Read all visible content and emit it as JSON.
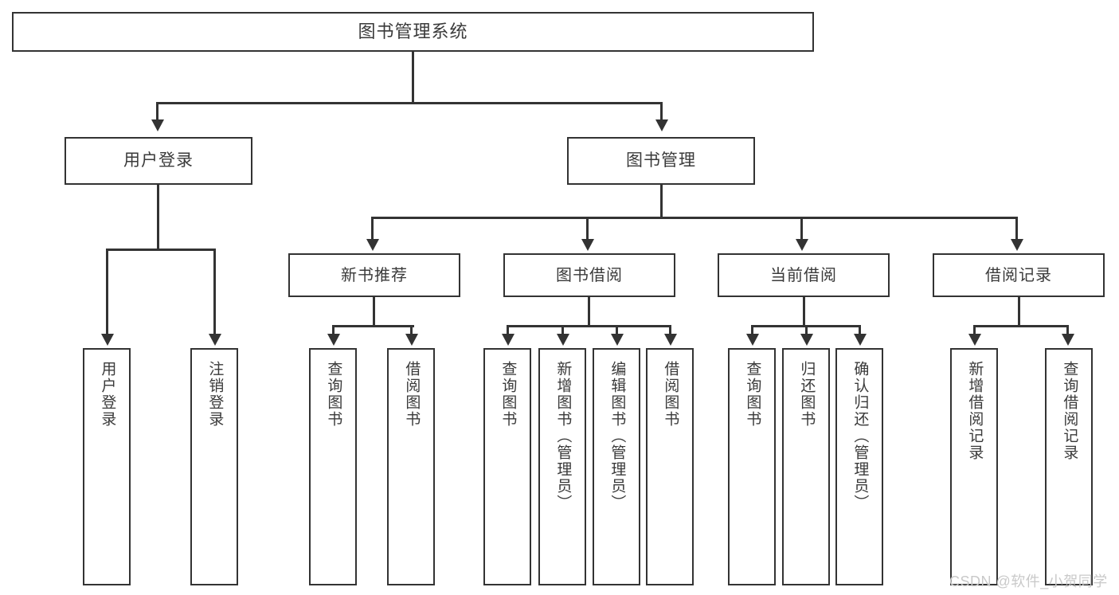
{
  "diagram": {
    "type": "tree",
    "title": "图书管理系统",
    "watermark": "CSDN @软件_小贺同学",
    "colors": {
      "box_border": "#333333",
      "box_fill": "#ffffff",
      "text": "#3a3a3a",
      "connector": "#333333",
      "watermark": "#c9c9c9",
      "background": "#ffffff"
    },
    "root": {
      "label": "图书管理系统"
    },
    "level2": [
      {
        "label": "用户登录"
      },
      {
        "label": "图书管理"
      }
    ],
    "level3": [
      {
        "label": "新书推荐"
      },
      {
        "label": "图书借阅"
      },
      {
        "label": "当前借阅"
      },
      {
        "label": "借阅记录"
      }
    ],
    "leaves": {
      "user_login": [
        {
          "label": "用户登录"
        },
        {
          "label": "注销登录"
        }
      ],
      "new_book": [
        {
          "label": "查询图书"
        },
        {
          "label": "借阅图书"
        }
      ],
      "book_borrow": [
        {
          "label": "查询图书"
        },
        {
          "label": "新增图书（管理员）"
        },
        {
          "label": "编辑图书（管理员）"
        },
        {
          "label": "借阅图书"
        }
      ],
      "current_borrow": [
        {
          "label": "查询图书"
        },
        {
          "label": "归还图书"
        },
        {
          "label": "确认归还（管理员）"
        }
      ],
      "borrow_record": [
        {
          "label": "新增借阅记录"
        },
        {
          "label": "查询借阅记录"
        }
      ]
    }
  }
}
